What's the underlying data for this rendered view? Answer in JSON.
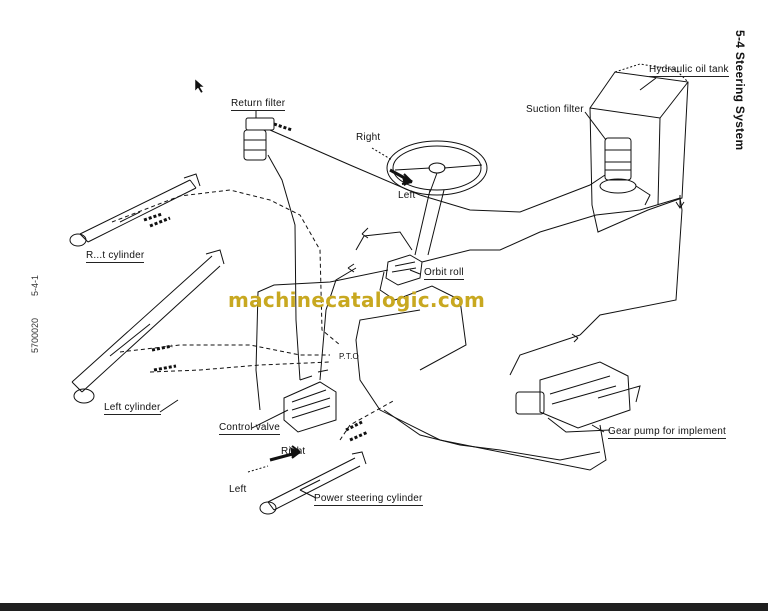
{
  "page": {
    "section_title": "5-4 Steering System",
    "page_number": "5-4-1",
    "doc_code": "5700020",
    "watermark": "machinecatalogic.com"
  },
  "labels": {
    "hydraulic_oil_tank": "Hydraulic oil tank",
    "suction_filter": "Suction filter",
    "return_filter": "Return filter",
    "right_top": "Right",
    "left_top": "Left",
    "orbit_roll": "Orbit roll",
    "pto": "P.T.O",
    "right_cylinder": "R...t cylinder",
    "left_cylinder": "Left cylinder",
    "control_valve": "Control valve",
    "right_bottom": "Right",
    "left_bottom": "Left",
    "power_steering_cylinder": "Power steering cylinder",
    "gear_pump": "Gear pump for implement"
  },
  "colors": {
    "line": "#111111",
    "watermark": "#c8a820",
    "bottom_bar": "#1f1f1f"
  }
}
